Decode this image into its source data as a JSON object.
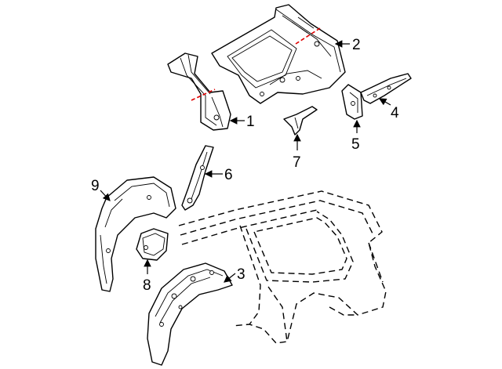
{
  "callouts": [
    {
      "id": "1",
      "label": "1"
    },
    {
      "id": "2",
      "label": "2"
    },
    {
      "id": "3",
      "label": "3"
    },
    {
      "id": "4",
      "label": "4"
    },
    {
      "id": "5",
      "label": "5"
    },
    {
      "id": "6",
      "label": "6"
    },
    {
      "id": "7",
      "label": "7"
    },
    {
      "id": "8",
      "label": "8"
    },
    {
      "id": "9",
      "label": "9"
    }
  ],
  "colors": {
    "line": "#000000",
    "cut_line": "#e00000",
    "background": "#ffffff"
  }
}
